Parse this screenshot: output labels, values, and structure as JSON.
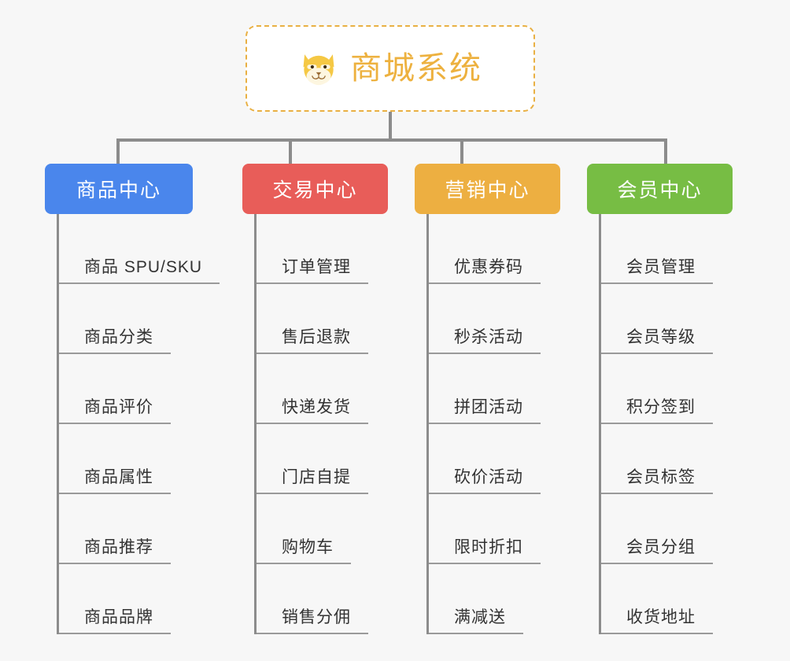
{
  "page": {
    "background_color": "#f7f7f7",
    "type": "mind-map"
  },
  "root": {
    "title": "商城系统",
    "emoji_name": "shiba-dog-face-emoji",
    "text_color": "#edb13f",
    "border_color": "#e9b043",
    "background_color": "#ffffff"
  },
  "branches": [
    {
      "label": "商品中心",
      "color": "#4a86ec",
      "items": [
        "商品 SPU/SKU",
        "商品分类",
        "商品评价",
        "商品属性",
        "商品推荐",
        "商品品牌"
      ]
    },
    {
      "label": "交易中心",
      "color": "#e85d59",
      "items": [
        "订单管理",
        "售后退款",
        "快递发货",
        "门店自提",
        "购物车",
        "销售分佣"
      ]
    },
    {
      "label": "营销中心",
      "color": "#edaf41",
      "items": [
        "优惠券码",
        "秒杀活动",
        "拼团活动",
        "砍价活动",
        "限时折扣",
        "满减送"
      ]
    },
    {
      "label": "会员中心",
      "color": "#77bd44",
      "items": [
        "会员管理",
        "会员等级",
        "积分签到",
        "会员标签",
        "会员分组",
        "收货地址"
      ]
    }
  ],
  "connector_color": "#8c8c8c",
  "leaf_text_color": "#333333",
  "leaf_rule_color": "#9a9a9a"
}
